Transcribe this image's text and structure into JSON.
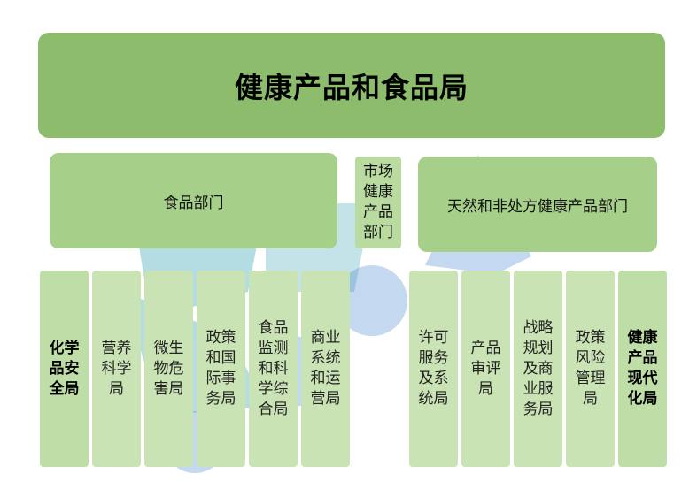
{
  "colors": {
    "top": "#8dbd6c",
    "dept": "#a6d08a",
    "leaf": "#c9e3b4",
    "watermark_teal": "#2a9fb0",
    "watermark_blue": "#3f7fd0"
  },
  "title": "健康产品和食品局",
  "departments": {
    "food": "食品部门",
    "market": "市场健康产品部门",
    "natural": "天然和非处方健康产品部门"
  },
  "units": [
    "化学品安全局",
    "营养科学局",
    "微生物危害局",
    "政策和国际事务局",
    "食品监测和科学综合局",
    "商业系统和运营局",
    "许可服务及系统局",
    "产品审评局",
    "战略规划及商业服务局",
    "政策风险管理局",
    "健康产品现代化局"
  ]
}
